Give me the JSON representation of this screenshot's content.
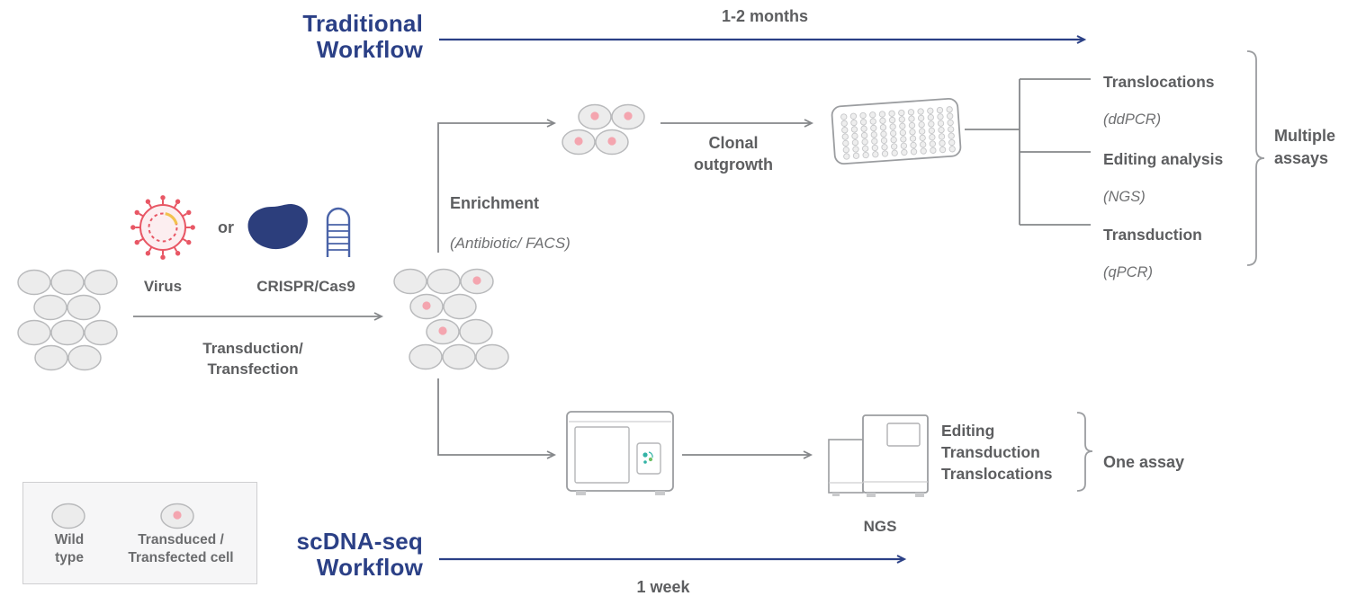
{
  "colors": {
    "workflow_navy": "#2b4086",
    "label_gray": "#5d5e60",
    "virus_red": "#e85765",
    "cas9_navy": "#2c3e7c",
    "nucleus_pink": "#f4a5af",
    "logo_teal": "#33b3a6"
  },
  "traditional_workflow": {
    "title": "Traditional\nWorkflow",
    "duration": "1-2 months"
  },
  "scdna_workflow": {
    "title": "scDNA-seq\nWorkflow",
    "duration": "1 week"
  },
  "inputs": {
    "virus": "Virus",
    "or": "or",
    "crispr": "CRISPR/Cas9"
  },
  "steps": {
    "transduction": "Transduction/\nTransfection",
    "enrichment_title": "Enrichment",
    "enrichment_method": "(Antibiotic/ FACS)",
    "clonal_outgrowth": "Clonal\noutgrowth",
    "ngs": "NGS"
  },
  "traditional_assays": {
    "items": [
      {
        "name": "Translocations",
        "method": "(ddPCR)"
      },
      {
        "name": "Editing analysis",
        "method": "(NGS)"
      },
      {
        "name": "Transduction",
        "method": "(qPCR)"
      }
    ],
    "summary": "Multiple\nassays"
  },
  "scdna_assays": {
    "readouts": "Editing\nTransduction\nTranslocations",
    "summary": "One assay"
  },
  "legend": {
    "wild_type": "Wild\ntype",
    "transduced": "Transduced /\nTransfected cell"
  }
}
